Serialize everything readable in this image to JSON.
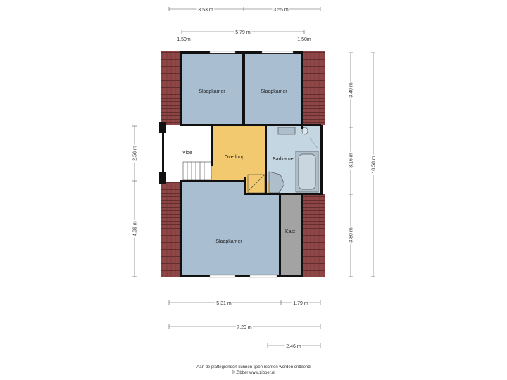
{
  "rooms": {
    "slaapkamer_nw": "Slaapkamer",
    "slaapkamer_ne": "Slaapkamer",
    "vide": "Vide",
    "overloop": "Overloop",
    "badkamer": "Badkamer",
    "slaapkamer_s": "Slaapkamer",
    "kast": "Kast"
  },
  "dimensions": {
    "top_left": "3.53 m",
    "top_right": "3.55 m",
    "top_total": "5.79 m",
    "roof_left": "1.50m",
    "roof_right": "1.50m",
    "left_upper": "2.58 m",
    "left_lower": "4.39 m",
    "right_top": "3.40 m",
    "right_mid": "3.16 m",
    "right_bottom": "3.80 m",
    "right_total": "10.58 m",
    "bottom_left": "5.31 m",
    "bottom_right": "1.79 m",
    "bottom_total": "7.20 m",
    "bottom_small": "2.46 m"
  },
  "colors": {
    "bedroom": "#a9bfd1",
    "landing": "#f2c96e",
    "bathroom": "#c5d6e3",
    "closet": "#a3a3a3",
    "roof": "#8a4040",
    "wall": "#111111"
  },
  "footer": {
    "line1": "Aan de plattegronden kunnen geen rechten worden ontleend",
    "line2": "© Zibber www.zibber.nl"
  }
}
